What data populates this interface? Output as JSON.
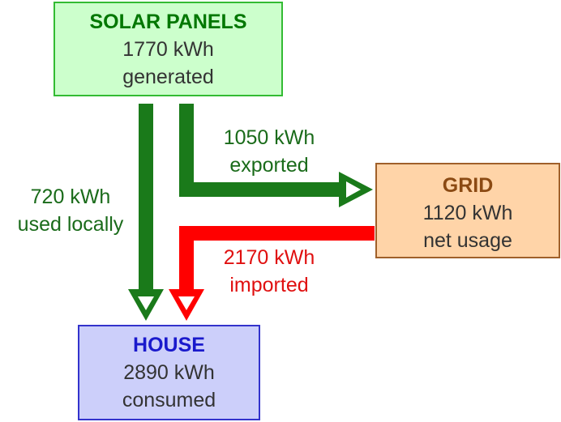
{
  "nodes": {
    "solar": {
      "title": "SOLAR PANELS",
      "value": "1770 kWh",
      "caption": "generated"
    },
    "grid": {
      "title": "GRID",
      "value": "1120 kWh",
      "caption": "net usage"
    },
    "house": {
      "title": "HOUSE",
      "value": "2890 kWh",
      "caption": "consumed"
    }
  },
  "flows": {
    "used_locally": {
      "value": "720 kWh",
      "caption": "used locally",
      "color": "#1a7a1a"
    },
    "exported": {
      "value": "1050 kWh",
      "caption": "exported",
      "color": "#1a7a1a"
    },
    "imported": {
      "value": "2170 kWh",
      "caption": "imported",
      "color": "#ff0000"
    }
  }
}
